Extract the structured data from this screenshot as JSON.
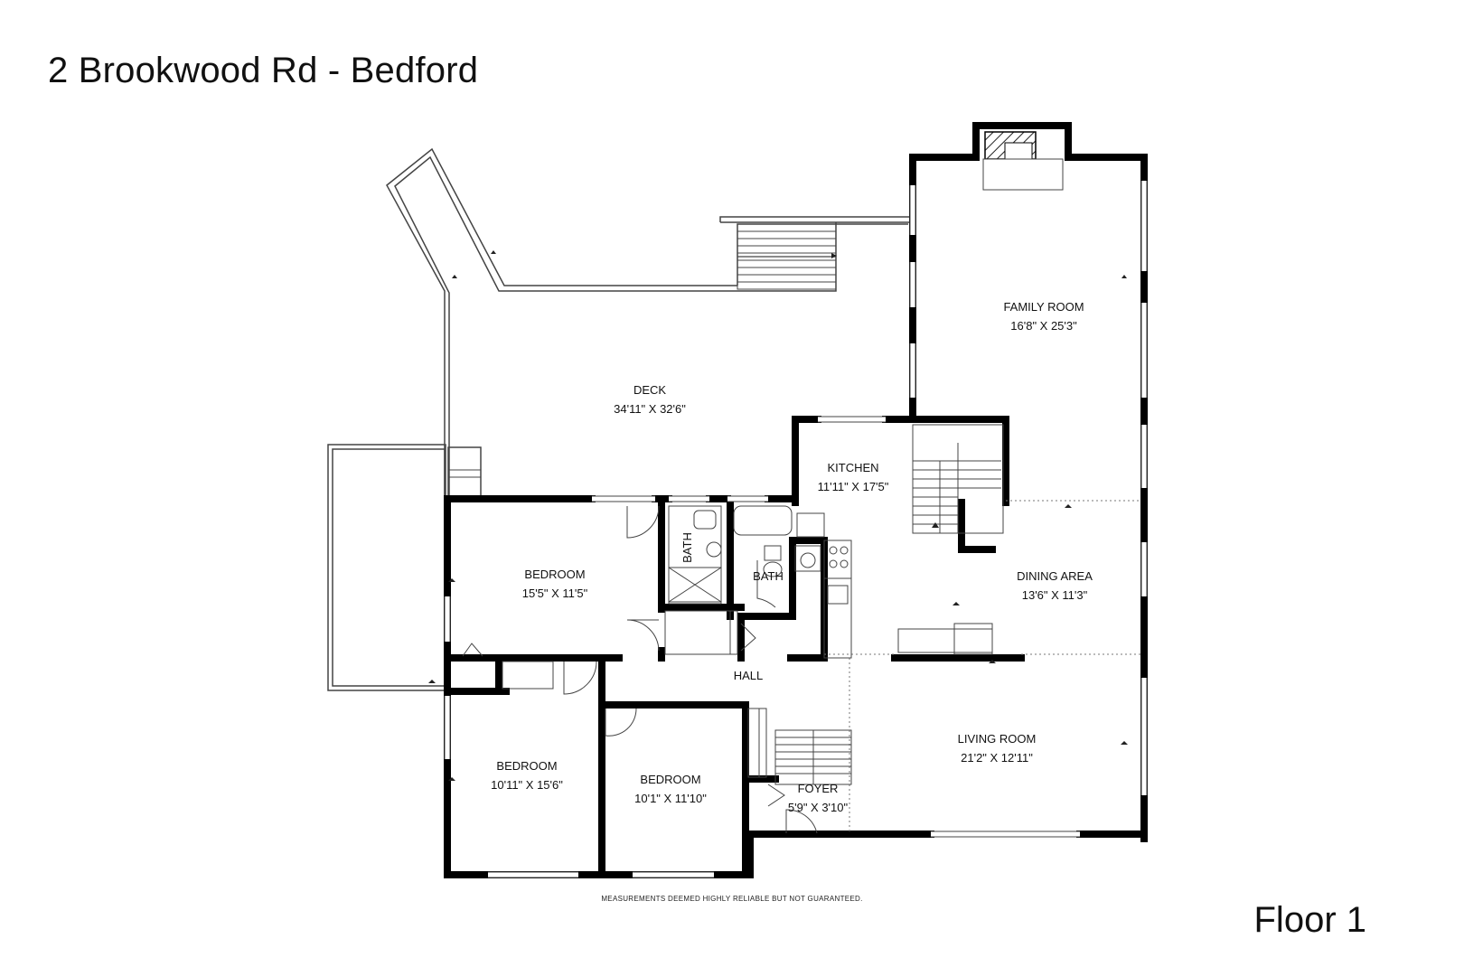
{
  "header": {
    "title": "2 Brookwood Rd - Bedford"
  },
  "footer": {
    "disclaimer": "MEASUREMENTS DEEMED HIGHLY RELIABLE BUT NOT GUARANTEED.",
    "floor_label": "Floor 1"
  },
  "rooms": {
    "deck": {
      "name": "DECK",
      "dims": "34'11\" X 32'6\""
    },
    "family_room": {
      "name": "FAMILY ROOM",
      "dims": "16'8\" X 25'3\""
    },
    "kitchen": {
      "name": "KITCHEN",
      "dims": "11'11\" X 17'5\""
    },
    "dining_area": {
      "name": "DINING AREA",
      "dims": "13'6\" X 11'3\""
    },
    "bedroom_1": {
      "name": "BEDROOM",
      "dims": "15'5\" X 11'5\""
    },
    "bath_1": {
      "name": "BATH"
    },
    "bath_2": {
      "name": "BATH"
    },
    "hall": {
      "name": "HALL"
    },
    "living_room": {
      "name": "LIVING ROOM",
      "dims": "21'2\" X 12'11\""
    },
    "bedroom_2": {
      "name": "BEDROOM",
      "dims": "10'11\" X 15'6\""
    },
    "bedroom_3": {
      "name": "BEDROOM",
      "dims": "10'1\" X 11'10\""
    },
    "foyer": {
      "name": "FOYER",
      "dims": "5'9\" X 3'10\""
    }
  },
  "colors": {
    "wall": "#000000",
    "thin_line": "#444444",
    "background": "#ffffff"
  }
}
